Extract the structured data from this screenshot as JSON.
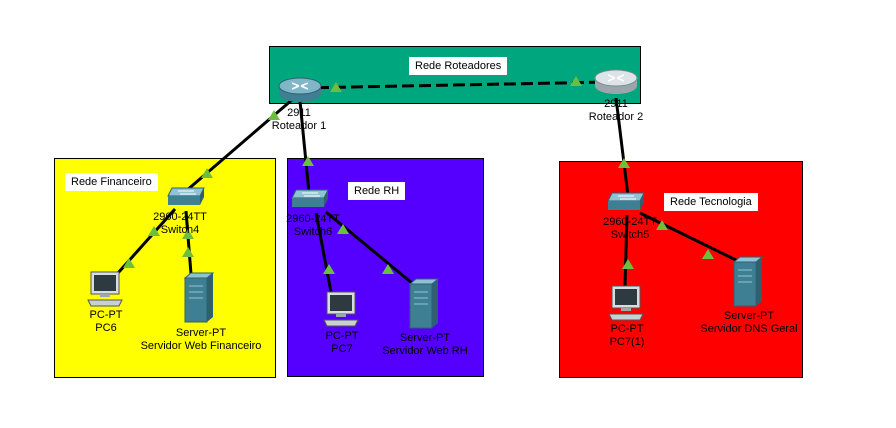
{
  "zones": {
    "roteadores": {
      "label": "Rede Roteadores",
      "color": "#00a67e"
    },
    "financeiro": {
      "label": "Rede Financeiro",
      "color": "#ffff00"
    },
    "rh": {
      "label": "Rede RH",
      "color": "#5500ff"
    },
    "tecnologia": {
      "label": "Rede Tecnologia",
      "color": "#ff0000"
    }
  },
  "devices": {
    "router1": {
      "model": "2911",
      "name": "Roteador 1",
      "icon": "router-icon"
    },
    "router2": {
      "model": "2911",
      "name": "Roteador 2",
      "icon": "router-icon"
    },
    "switch4": {
      "model": "2960-24TT",
      "name": "Switch4",
      "icon": "switch-icon"
    },
    "switch6": {
      "model": "2960-24TT",
      "name": "Switch6",
      "icon": "switch-icon"
    },
    "switch5": {
      "model": "2960-24TT",
      "name": "Switch5",
      "icon": "switch-icon"
    },
    "pc6": {
      "model": "PC-PT",
      "name": "PC6",
      "icon": "pc-icon"
    },
    "pc7": {
      "model": "PC-PT",
      "name": "PC7",
      "icon": "pc-icon"
    },
    "pc7_1": {
      "model": "PC-PT",
      "name": "PC7(1)",
      "icon": "pc-icon"
    },
    "server_fin": {
      "model": "Server-PT",
      "name": "Servidor Web Financeiro",
      "icon": "server-icon"
    },
    "server_rh": {
      "model": "Server-PT",
      "name": "Servidor Web RH",
      "icon": "server-icon"
    },
    "server_dns": {
      "model": "Server-PT",
      "name": "Servidor DNS Geral",
      "icon": "server-icon"
    }
  },
  "colors": {
    "link": "#000000",
    "link_status": "#6cbf3e"
  }
}
